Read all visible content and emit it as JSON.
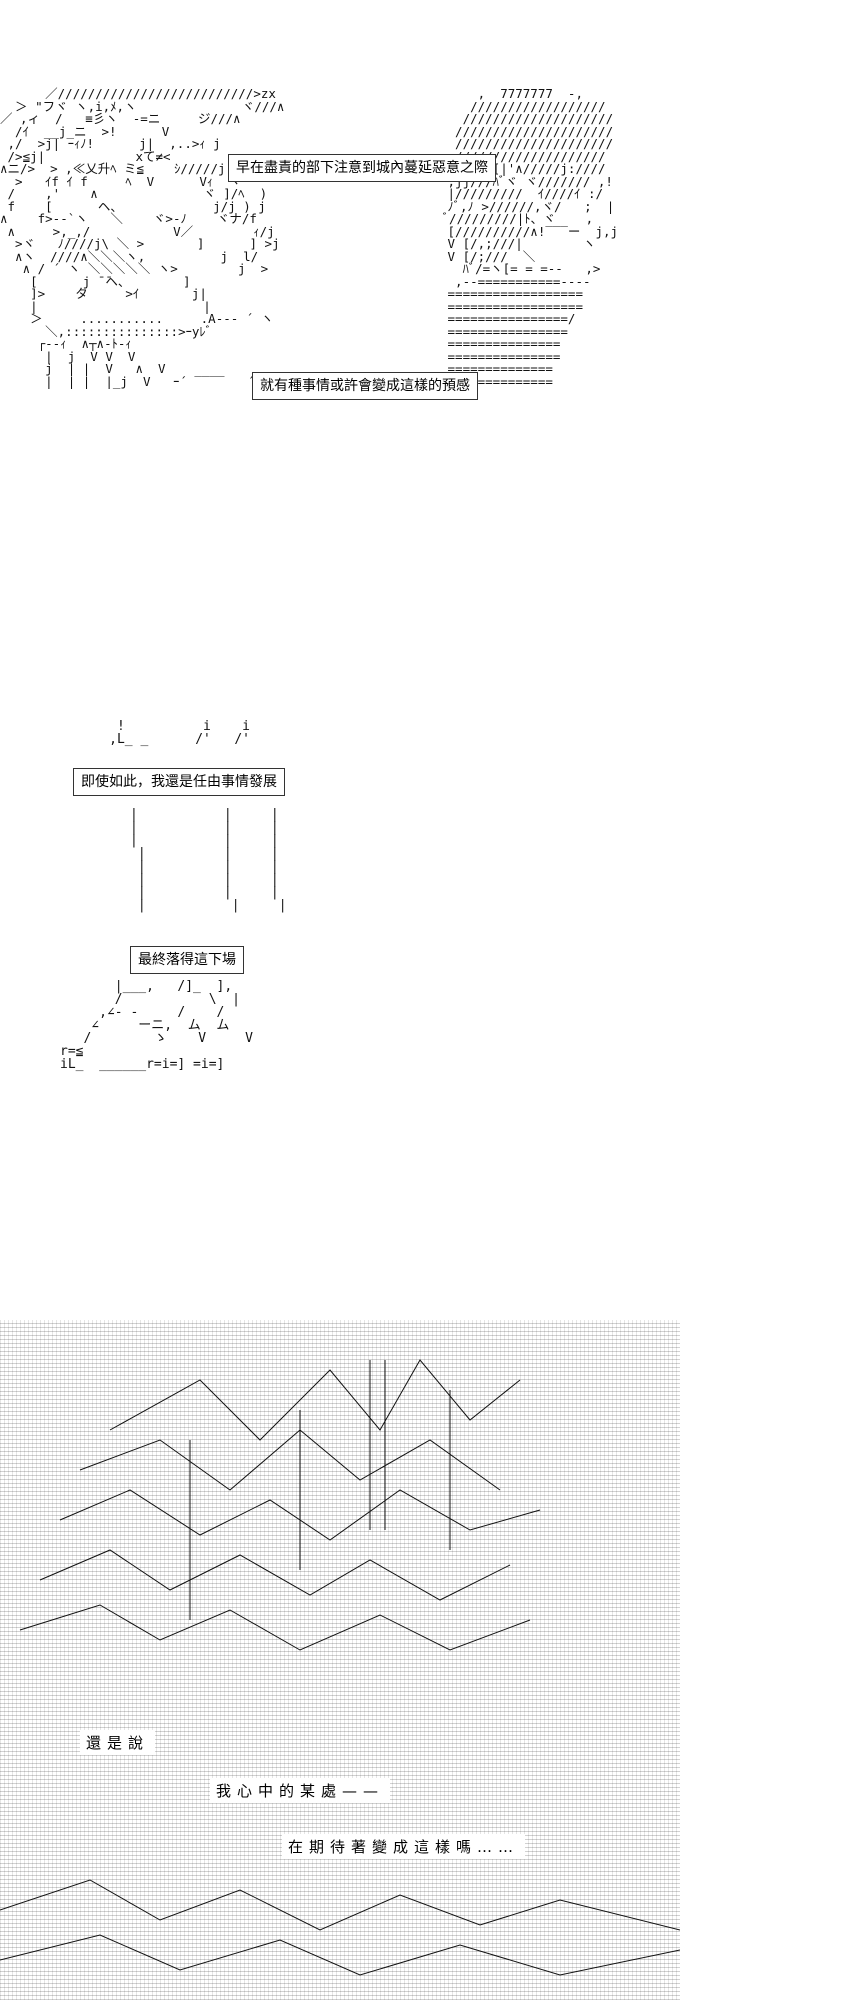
{
  "panel1": {
    "caption_1": "早在盡責的部下注意到城內蔓延惡意之際",
    "caption_2": "就有種事情或許會變成這樣的預感"
  },
  "panel2": {
    "caption_1": "即使如此，我還是任由事情發展",
    "caption_2": "最終落得這下場"
  },
  "panel3": {
    "line_1": "還是說",
    "line_2": "我心中的某處——",
    "line_3": "在期待著變成這樣嗎……"
  }
}
